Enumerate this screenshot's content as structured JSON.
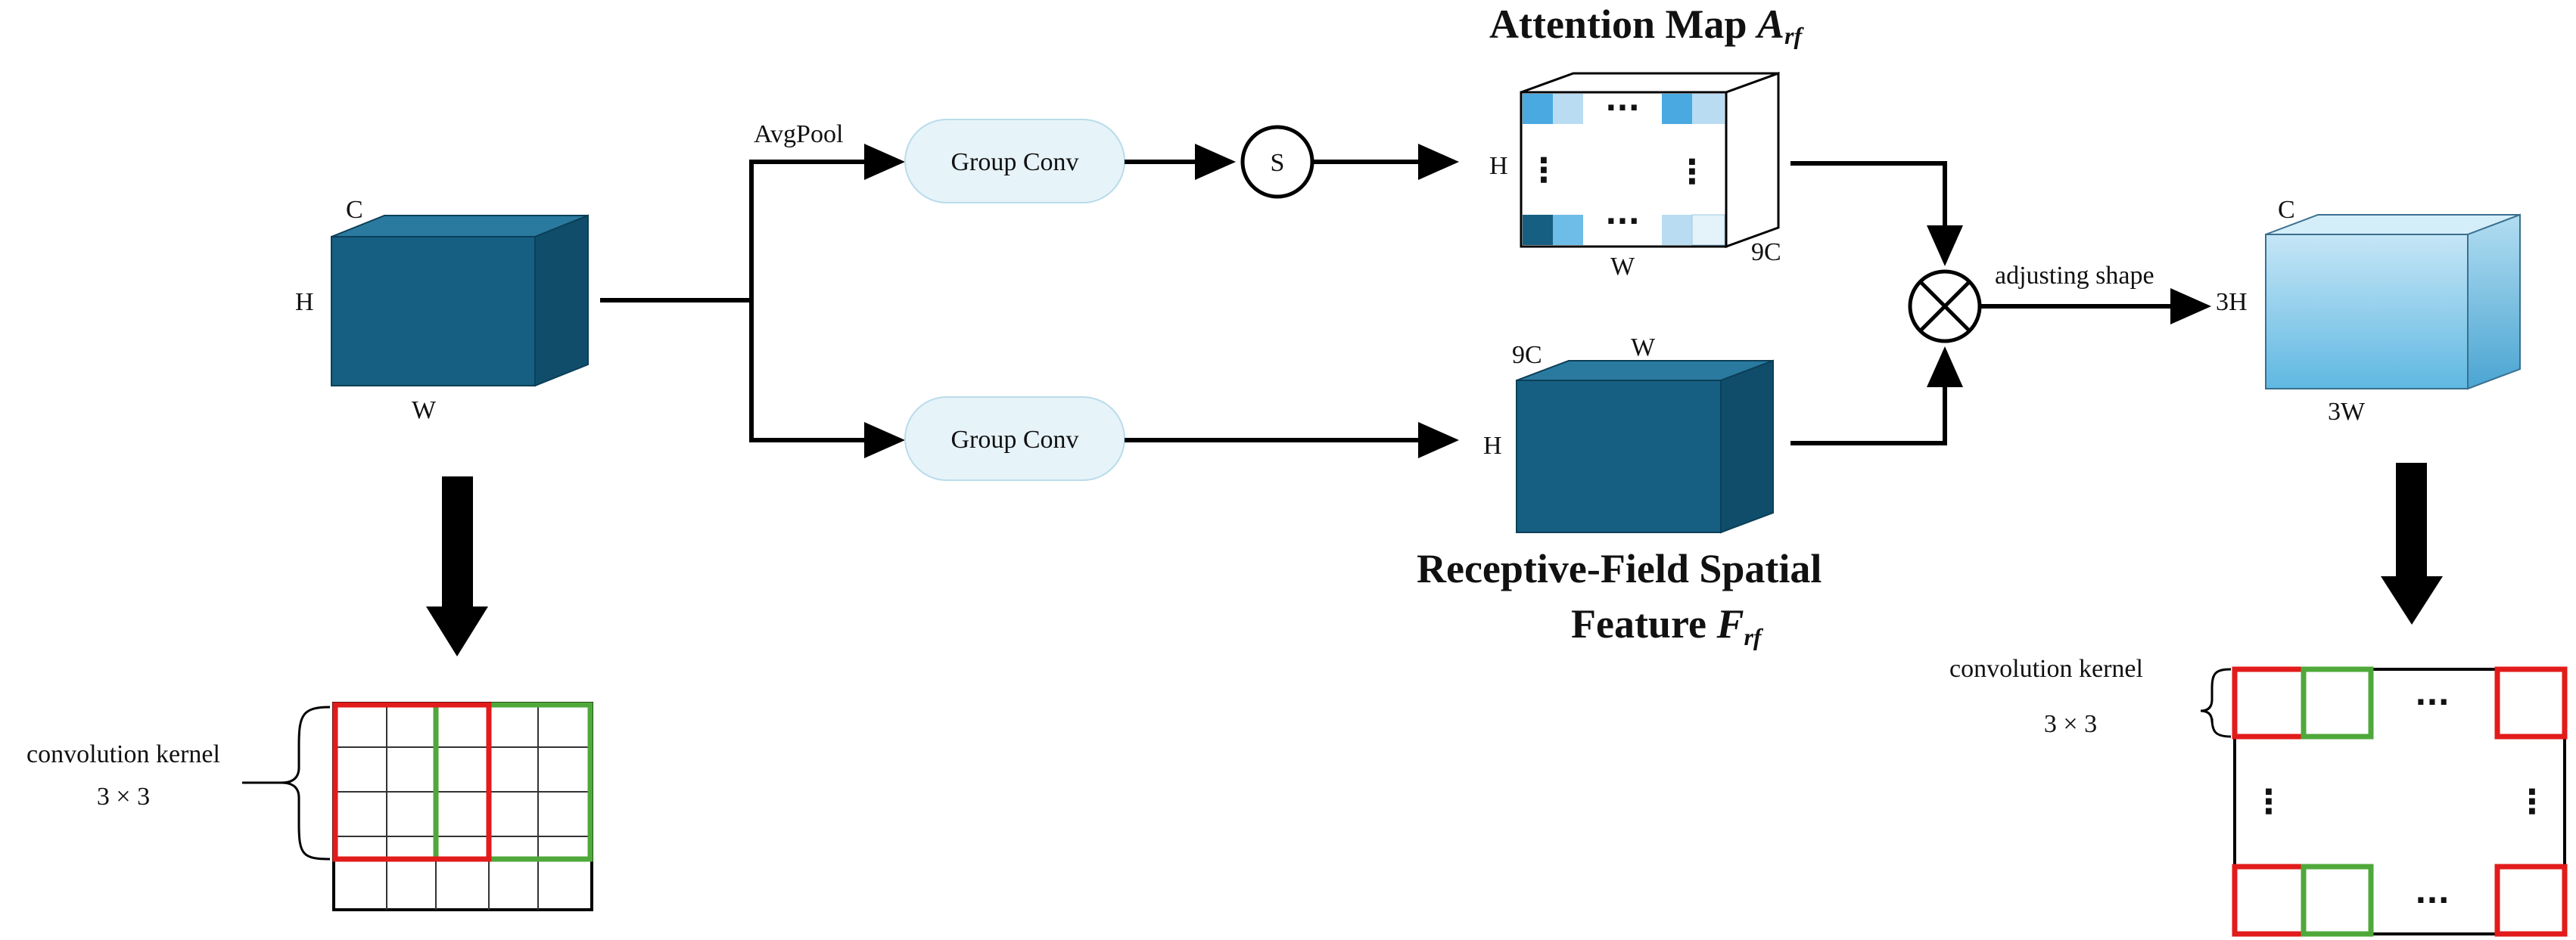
{
  "input_tensor": {
    "c": "C",
    "h": "H",
    "w": "W"
  },
  "avgpool_label": "AvgPool",
  "group_conv_top": "Group Conv",
  "group_conv_bottom": "Group Conv",
  "softmax_symbol": "S",
  "attention_map": {
    "title": "Attention Map ",
    "title_var": "A",
    "title_sub": "rf",
    "h": "H",
    "w": "W",
    "depth": "9C",
    "dots": "···",
    "vdots": "⋮"
  },
  "rf_feature": {
    "title_line1": "Receptive-Field Spatial",
    "title_line2": "Feature  ",
    "title_var": "F",
    "title_sub": "rf",
    "depth": "9C",
    "w": "W",
    "h": "H"
  },
  "multiply_symbol": "⊗",
  "adjusting_shape": "adjusting shape",
  "output_tensor": {
    "c": "C",
    "h": "3H",
    "w": "3W"
  },
  "left_kernel": {
    "label": "convolution kernel",
    "size": "3 × 3"
  },
  "right_kernel": {
    "label": "convolution kernel",
    "size": "3 × 3",
    "dots": "···",
    "vdots": "⋮"
  },
  "colors": {
    "tensor_front": "#165f82",
    "tensor_top": "#2a7aa0",
    "tensor_side": "#0f4d6b",
    "conv_box_fill": "#e6f3f9",
    "conv_box_stroke": "#b9dcea",
    "kernel_red": "#e21b1b",
    "kernel_green": "#4fa83a",
    "attention_light": "#b9dcf2",
    "attention_mid": "#4aa9e0",
    "attention_dark": "#165f82"
  }
}
